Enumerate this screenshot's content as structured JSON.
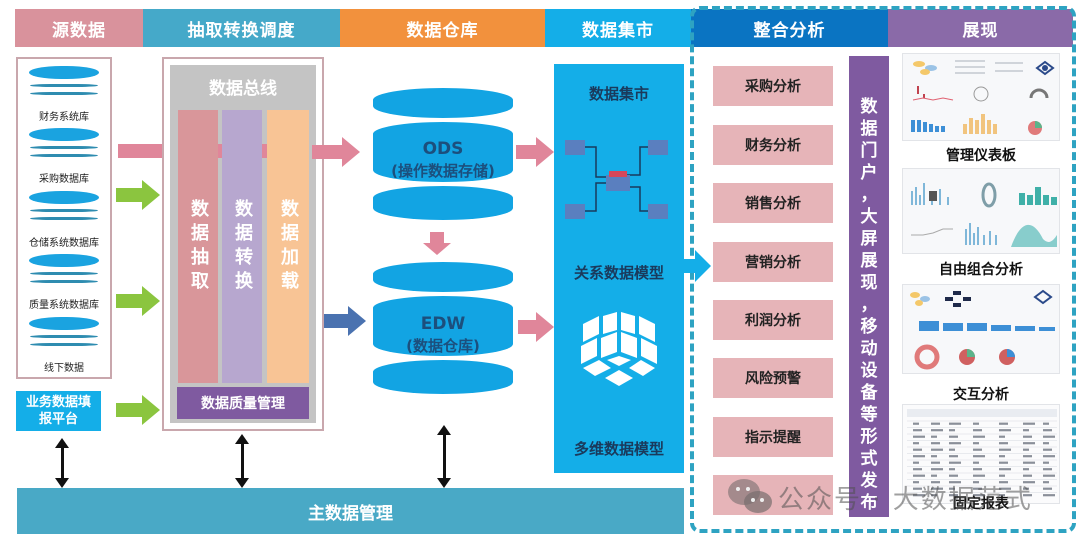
{
  "header": {
    "columns": [
      {
        "label": "源数据",
        "color": "#d9929c"
      },
      {
        "label": "抽取转换调度",
        "color": "#45a9c9"
      },
      {
        "label": "数据仓库",
        "color": "#f2913d"
      },
      {
        "label": "数据集市",
        "color": "#14aee8"
      },
      {
        "label": "整合分析",
        "color": "#0a74c2"
      },
      {
        "label": "展现",
        "color": "#8a6aa8"
      }
    ]
  },
  "sources": {
    "databases": [
      "财务系统库",
      "采购数据库",
      "仓储系统数据库",
      "质量系统数据库",
      "线下数据"
    ],
    "platform_label": "业务数据填报平台"
  },
  "etl": {
    "bus_label": "数据总线",
    "columns": [
      {
        "label": "数据抽取",
        "color": "#d9969a"
      },
      {
        "label": "数据转换",
        "color": "#b7a7cf"
      },
      {
        "label": "数据加载",
        "color": "#f8c495"
      }
    ],
    "quality_label": "数据质量管理"
  },
  "warehouse": {
    "ods": {
      "title": "ODS",
      "subtitle": "(操作数据存储)"
    },
    "edw": {
      "title": "EDW",
      "subtitle": "(数据仓库)"
    }
  },
  "datamart": {
    "title": "数据集市",
    "relational_label": "关系数据模型",
    "multidim_label": "多维数据模型"
  },
  "analysis": {
    "items": [
      "采购分析",
      "财务分析",
      "销售分析",
      "营销分析",
      "利润分析",
      "风险预警",
      "指示提醒",
      ""
    ],
    "portal_text": [
      "数",
      "据",
      "门",
      "户",
      "，",
      "大",
      "屏",
      "展",
      "现",
      "，",
      "移",
      "动",
      "设",
      "备",
      "等",
      "形",
      "式",
      "发",
      "布"
    ]
  },
  "presentation": {
    "items": [
      "管理仪表板",
      "自由组合分析",
      "交互分析",
      "固定报表"
    ]
  },
  "master_data": {
    "label": "主数据管理"
  },
  "watermark": {
    "text": "公众号 · 大数据范式"
  }
}
